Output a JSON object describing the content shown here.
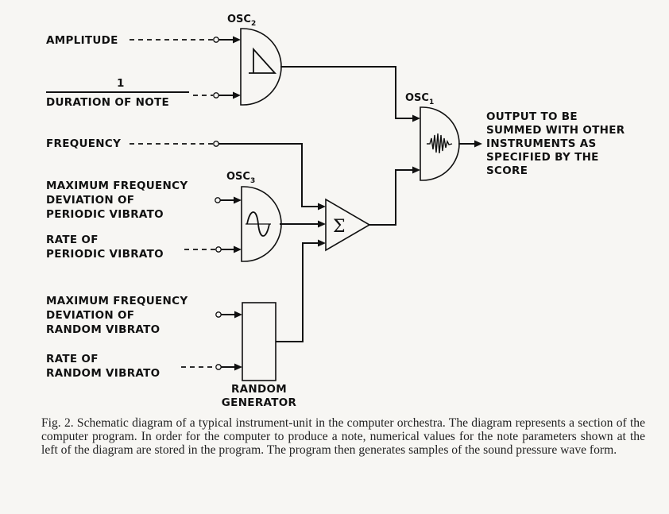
{
  "inputs": {
    "amplitude": "AMPLITUDE",
    "one": "1",
    "duration": "DURATION OF NOTE",
    "frequency": "FREQUENCY",
    "max_freq_periodic": [
      "MAXIMUM FREQUENCY",
      "DEVIATION OF",
      "PERIODIC VIBRATO"
    ],
    "rate_periodic": [
      "RATE OF",
      "PERIODIC VIBRATO"
    ],
    "max_freq_random": [
      "MAXIMUM FREQUENCY",
      "DEVIATION OF",
      "RANDOM VIBRATO"
    ],
    "rate_random": [
      "RATE OF",
      "RANDOM VIBRATO"
    ]
  },
  "blocks": {
    "osc2": {
      "name": "OSC",
      "sub": "2"
    },
    "osc1": {
      "name": "OSC",
      "sub": "1"
    },
    "osc3": {
      "name": "OSC",
      "sub": "3"
    },
    "sum_symbol": "Σ",
    "random_generator": [
      "RANDOM",
      "GENERATOR"
    ]
  },
  "output": [
    "OUTPUT TO BE",
    "SUMMED WITH OTHER",
    "INSTRUMENTS AS",
    "SPECIFIED BY THE",
    "SCORE"
  ],
  "caption": "Fig. 2. Schematic diagram of a typical instrument-unit in the computer orchestra. The diagram represents a section of the computer program. In order for the computer to produce a note, numerical values for the note parameters shown at the left of the diagram are stored in the program. The program then generates samples of the sound pressure wave form."
}
